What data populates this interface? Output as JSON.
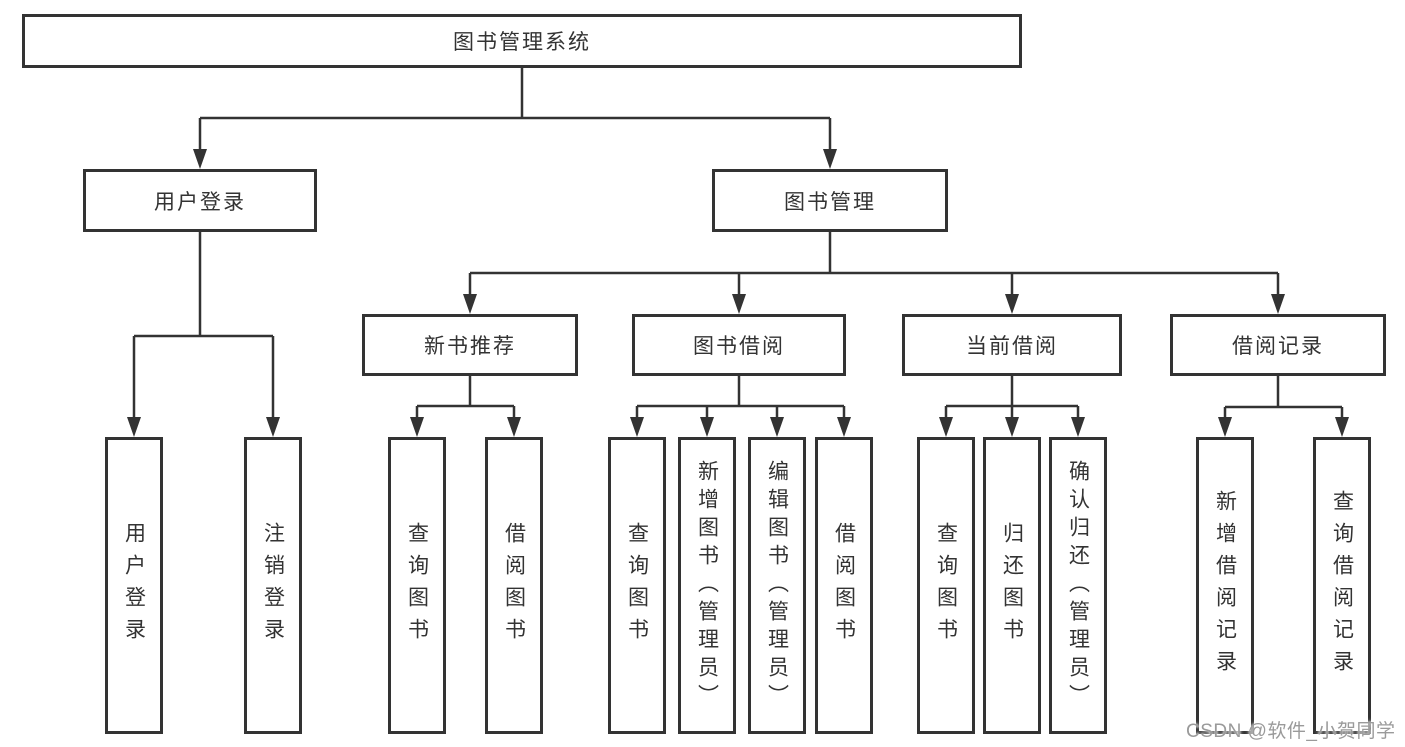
{
  "tree": {
    "root": {
      "label": "图书管理系统"
    },
    "level2": [
      {
        "label": "用户登录",
        "children": [
          {
            "label": "用户登录"
          },
          {
            "label": "注销登录"
          }
        ]
      },
      {
        "label": "图书管理",
        "children": [
          {
            "label": "新书推荐",
            "children": [
              {
                "label": "查询图书"
              },
              {
                "label": "借阅图书"
              }
            ]
          },
          {
            "label": "图书借阅",
            "children": [
              {
                "label": "查询图书"
              },
              {
                "label": "新增图书（管理员）"
              },
              {
                "label": "编辑图书（管理员）"
              },
              {
                "label": "借阅图书"
              }
            ]
          },
          {
            "label": "当前借阅",
            "children": [
              {
                "label": "查询图书"
              },
              {
                "label": "归还图书"
              },
              {
                "label": "确认归还（管理员）"
              }
            ]
          },
          {
            "label": "借阅记录",
            "children": [
              {
                "label": "新增借阅记录"
              },
              {
                "label": "查询借阅记录"
              }
            ]
          }
        ]
      }
    ]
  },
  "watermark": {
    "text": "CSDN @软件_小贺同学"
  },
  "colors": {
    "line": "#333333",
    "text": "#333333",
    "box_background": "#ffffff",
    "watermark": "#9a9a9a"
  }
}
